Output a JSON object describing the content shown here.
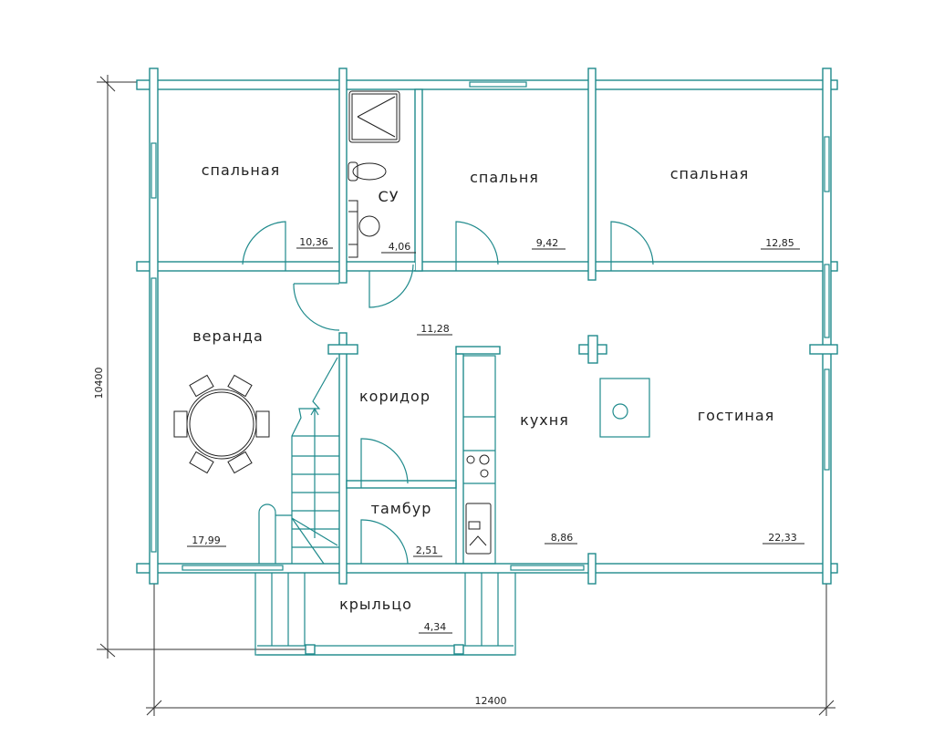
{
  "colors": {
    "wall": "#1f8a8c",
    "text": "#222222"
  },
  "rooms": {
    "bedroom_left": {
      "name": "спальная",
      "area": "10,36"
    },
    "bathroom": {
      "name": "СУ",
      "area": "4,06"
    },
    "bedroom_mid": {
      "name": "спальня",
      "area": "9,42"
    },
    "bedroom_right": {
      "name": "спальная",
      "area": "12,85"
    },
    "hall": {
      "area": "11,28"
    },
    "veranda": {
      "name": "веранда",
      "area": "17,99"
    },
    "corridor": {
      "name": "коридор"
    },
    "kitchen": {
      "name": "кухня",
      "area": "8,86"
    },
    "living": {
      "name": "гостиная",
      "area": "22,33"
    },
    "vestibule": {
      "name": "тамбур",
      "area": "2,51"
    },
    "porch": {
      "name": "крыльцо",
      "area": "4,34"
    }
  },
  "dimensions": {
    "height": "10400",
    "width": "12400"
  }
}
